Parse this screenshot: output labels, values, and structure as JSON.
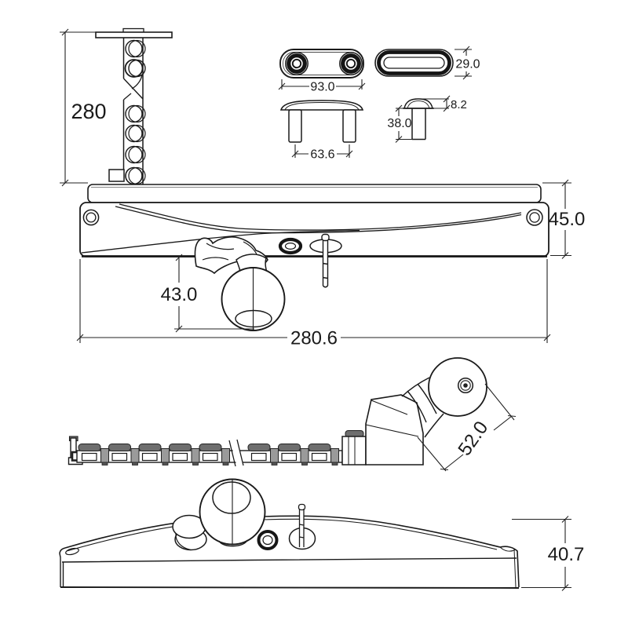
{
  "drawing": {
    "type": "technical-drawing",
    "subject": "window-chain-winder-lock-hardware",
    "labels": {
      "chain_drop": "280",
      "plate_width": "93.0",
      "oval_gasket_height": "29.0",
      "prong_spacing": "63.6",
      "pin_length": "38.0",
      "pin_cap_height": "8.2",
      "body_height": "45.0",
      "knob_drop": "43.0",
      "body_length": "280.6",
      "ball_joint_width": "52.0",
      "profile_height": "40.7"
    },
    "colors": {
      "line": "#1a1a1a",
      "chain_hump_fill": "#6e6e6e",
      "chain_plate_fill": "#9a9a9a",
      "chain_foot_fill": "#555555",
      "background": "#ffffff"
    }
  }
}
